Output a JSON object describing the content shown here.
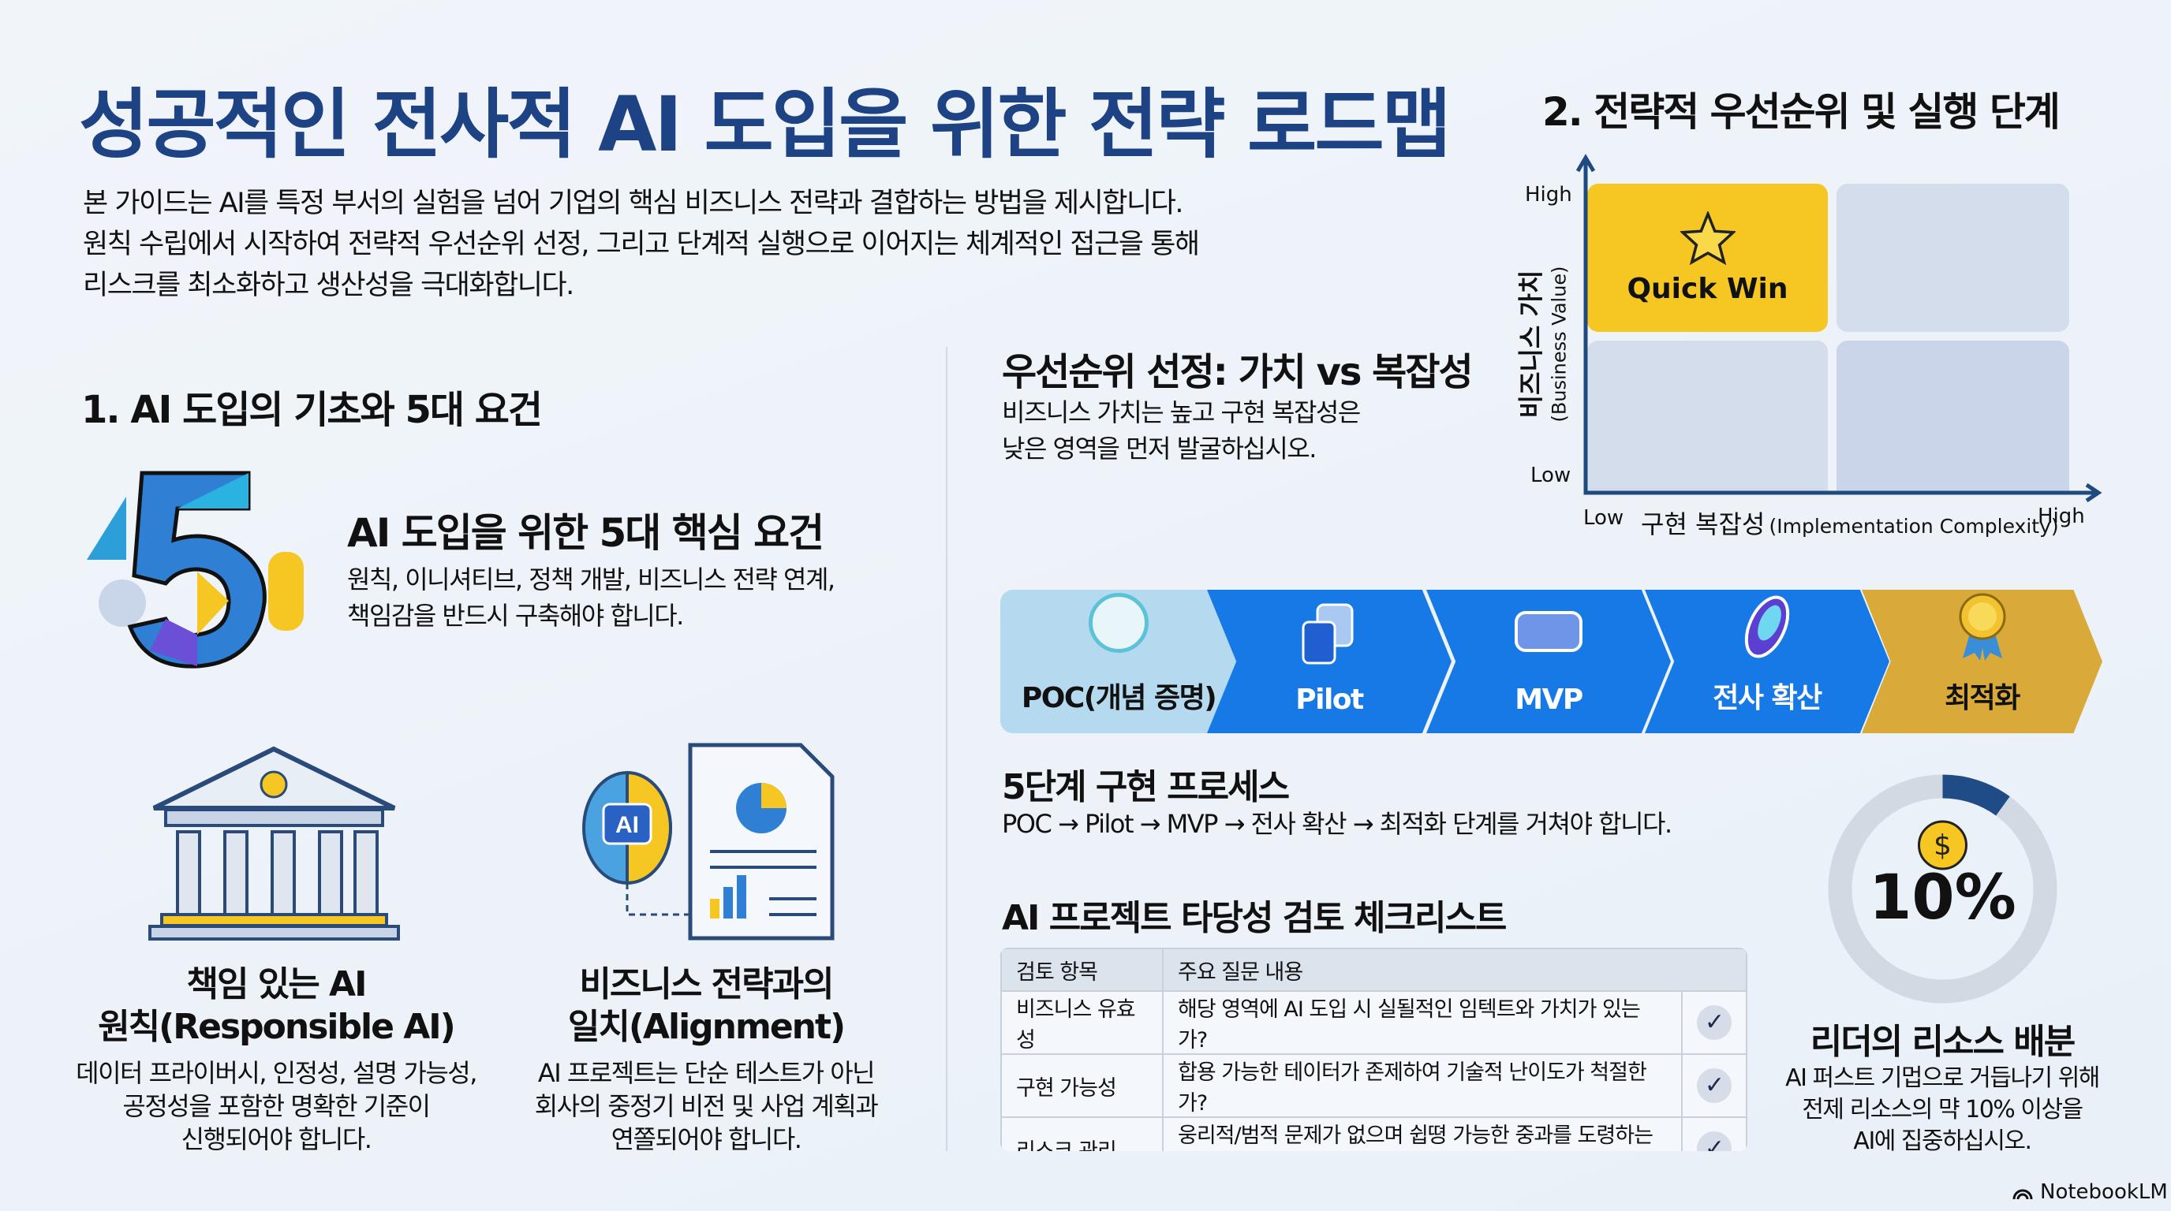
{
  "title": "성공적인 전사적 AI 도입을 위한 전략 로드맵",
  "intro": [
    "본 가이드는 AI를 특정 부서의 실험을 넘어 기업의 핵심 비즈니스 전략과 결합하는 방법을 제시합니다.",
    "원칙 수립에서 시작하여 전략적 우선순위 선정, 그리고 단계적 실행으로 이어지는 체계적인 접근을 통해",
    "리스크를 최소화하고 생산성을 극대화합니다."
  ],
  "section1": {
    "heading": "1. AI 도입의 기초와 5대 요건",
    "five": {
      "title": "AI 도입을 위한 5대 핵심 요건",
      "desc": [
        "원칙, 이니셔티브, 정책 개발, 비즈니스 전략 연계,",
        "책임감을 반드시 구축해야 합니다."
      ]
    },
    "responsible": {
      "title": [
        "책임 있는 AI",
        "원칙(Responsible AI)"
      ],
      "desc": [
        "데이터 프라이버시, 인정성, 설명 가능성,",
        "공정성을 포함한 명확한 기준이",
        "신행되어야 합니다."
      ]
    },
    "alignment": {
      "title": [
        "비즈니스 전략과의",
        "일치(Alignment)"
      ],
      "desc": [
        "AI 프로젝트는 단순 테스트가 아닌",
        "회사의 중정기 비전 및 사업 계획과",
        "연쫄되어야 합니다."
      ],
      "icon_text": "AI"
    }
  },
  "priority": {
    "heading": "우선순위 선정: 가치 vs 복잡성",
    "desc": [
      "비즈니스 가치는 높고 구현 복잡성은",
      "낮은 영역을 먼저 발굴하십시오."
    ]
  },
  "section2": {
    "heading": "2. 전략적 우선순위 및 실행 단계",
    "matrix": {
      "y_label": "비즈니스 가치",
      "y_label_en": "(Business Value)",
      "y_high": "High",
      "y_low": "Low",
      "x_low": "Low",
      "x_label": "구현 복잡성",
      "x_label_en": "(Implementation Complexity)",
      "x_high": "High",
      "quick_win": "Quick Win"
    }
  },
  "stages": [
    "POC(개념 증명)",
    "Pilot",
    "MVP",
    "전사 확산",
    "최적화"
  ],
  "process": {
    "heading": "5단계 구현 프로세스",
    "desc": "POC → Pilot → MVP → 전사 확산 → 최적화 단계를 거쳐야 합니다."
  },
  "checklist": {
    "heading": "AI 프로젝트 타당성 검토 체크리스트",
    "columns": [
      "검토 항목",
      "주요 질문 내용"
    ],
    "rows": [
      {
        "item": "비즈니스 유효성",
        "question": "해당 영역에 AI 도입 시 실될적인 임텍트와 가치가 있는가?",
        "checked": "✓"
      },
      {
        "item": "구현 가능성",
        "question": "합용 가능한 테이터가 존제하여 기술적 난이도가 척절한가?",
        "checked": "✓"
      },
      {
        "item": "리스크 관리",
        "question": "웅리적/범적 문제가 없으며 쉽뗭 가능한 중과를 도령하는가?",
        "checked": "✓"
      }
    ]
  },
  "leader": {
    "percent_label": "10%",
    "percent_value": 10,
    "currency": "$",
    "heading": "리더의 리소스 배분",
    "desc": [
      "AI 퍼스트 기멉으로 거듭나기 위해",
      "전제 리소스의 먁 10% 이상을",
      "AI에 집중하십시오."
    ]
  },
  "colors": {
    "navy": "#1e4384",
    "blue": "#1a7ae6",
    "gold": "#d9a93a",
    "yellow": "#f6c623",
    "quad": "#d3ddeb",
    "arc": "#1f4c86"
  },
  "brand": "NotebookLM"
}
